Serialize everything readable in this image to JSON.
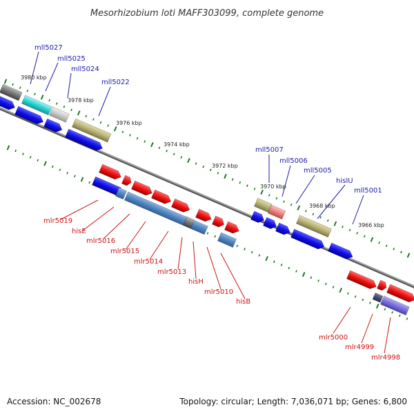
{
  "title": "Mesorhizobium loti MAFF303099, complete genome",
  "footer": {
    "accession": "Accession: NC_002678",
    "summary": "Topology: circular; Length: 7,036,071 bp; Genes: 6,800"
  },
  "kbp_ticks": [
    "3980 kbp",
    "3978 kbp",
    "3976 kbp",
    "3974 kbp",
    "3972 kbp",
    "3970 kbp",
    "3968 kbp",
    "3966 kbp"
  ],
  "top_labels": [
    "mll5027",
    "mll5025",
    "mll5024",
    "mll5022",
    "mll5007",
    "mll5006",
    "mll5005",
    "hisIU",
    "mll5001"
  ],
  "bottom_labels": [
    "mlr5019",
    "hisE",
    "mlr5016",
    "mlr5015",
    "mlr5014",
    "mlr5013",
    "hisH",
    "mlr5010",
    "hisB",
    "mlr5000",
    "mlr4999",
    "mlr4998"
  ],
  "colors": {
    "strand_minus": "#1010e8",
    "strand_plus": "#ee1111",
    "backbone": "#888888",
    "tick_green": "#1a7a1a",
    "label_top": "#1a1aa8",
    "label_bottom": "#cc1111"
  }
}
